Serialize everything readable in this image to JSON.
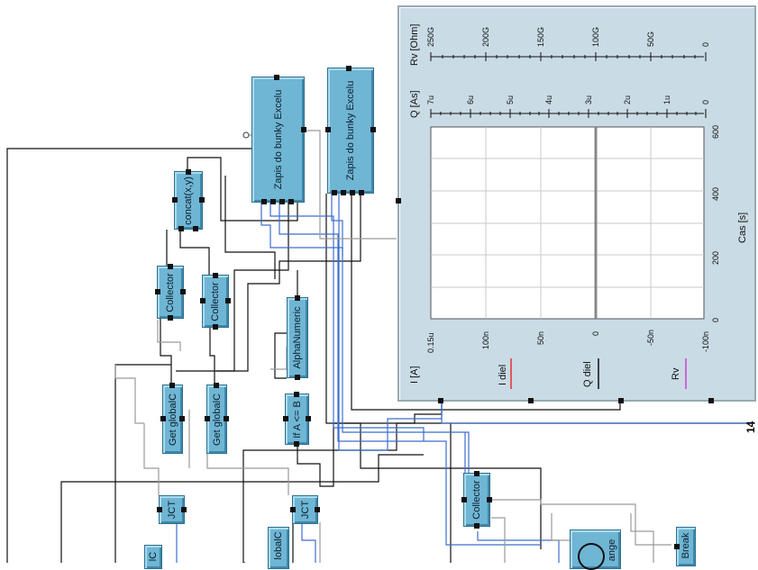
{
  "nodes": {
    "zapis1": "Zapis do bunky Excelu",
    "zapis2": "Zapis do bunky Excelu",
    "concat": "concat(x,y)",
    "collector1": "Collector",
    "collector2": "Collector",
    "alphanumeric": "AlphaNumeric",
    "getglobal1": "Get globalC",
    "getglobal2": "Get globalC",
    "if_node": "If A <= B",
    "jct1": "JCT",
    "jct2": "JCT",
    "collector3": "Collector",
    "globalc_partial": "lobalC",
    "partial_left": "lC",
    "range_partial": "ange",
    "break_node": "Break"
  },
  "panel": {
    "rv_axis_label": "Rv [Ohm]",
    "rv_ticks": [
      "250G",
      "200G",
      "150G",
      "100G",
      "50G",
      "0"
    ],
    "q_axis_label": "Q [As]",
    "q_ticks": [
      "7u",
      "6u",
      "5u",
      "4u",
      "3u",
      "2u",
      "1u",
      "0"
    ],
    "time_axis_label": "Cas [s]",
    "time_ticks": [
      "600",
      "400",
      "200",
      "0"
    ],
    "i_axis_label": "I [A]",
    "i_ticks": [
      "0.15u",
      "100n",
      "50n",
      "0",
      "-50n",
      "-100n"
    ],
    "legend": [
      {
        "label": "I diel",
        "color": "#e03030"
      },
      {
        "label": "Q diel",
        "color": "#111111"
      },
      {
        "label": "Rv",
        "color": "#d040d0"
      }
    ]
  },
  "side_number": "14",
  "colors": {
    "node_fill": "#6fb5d4",
    "wire_black": "#111111",
    "wire_blue": "#3c6ecf",
    "wire_gray": "#9a9a9a"
  }
}
